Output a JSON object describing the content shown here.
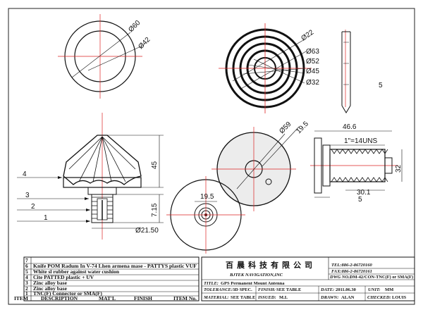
{
  "dimensions": {
    "d60": "Ø60",
    "d42": "Ø42",
    "d22": "Ø22",
    "d63": "Ø63",
    "d52": "Ø52",
    "d45": "Ø45",
    "d32": "Ø32",
    "side5": "5",
    "d59": "Ø59",
    "d19_5_top": "19.5",
    "len46_6": "46.6",
    "thread": "1\"=14UNS",
    "h32": "32",
    "len30_1": "30.1",
    "len5": "5",
    "h45": "45",
    "h7_15": "7.15",
    "d21_50": "Ø21.50",
    "d19_5_bottom": "19.5"
  },
  "item_callouts": [
    "4",
    "3",
    "2",
    "1"
  ],
  "bom": {
    "rows": [
      {
        "no": "7",
        "text": ""
      },
      {
        "no": "6",
        "text": "Knife POM Radum In V-74 Lhen armena mase - PATTYS plastic VUF"
      },
      {
        "no": "5",
        "text": "White sl rubber against water cushion"
      },
      {
        "no": "4",
        "text": "Cite PATTED plastic + UV"
      },
      {
        "no": "3",
        "text": "Zinc alloy base"
      },
      {
        "no": "2",
        "text": "Zinc alloy base"
      },
      {
        "no": "1",
        "text": "TNC(F) Connector or SMA(F)"
      }
    ],
    "headers": [
      "ITEM",
      "DESCRIPTION",
      "MAT'L",
      "FINISH",
      "ITEM No."
    ]
  },
  "title_block": {
    "company_cn": "百晨科技有限公司",
    "company_en": "BJTEK NAVIGATION,INC",
    "tel": "TEL:886-2-86720160",
    "fax": "FAX:886-2-86720161",
    "title_label": "TITLE:",
    "title_value": "GPS Permanent Mount Antenna",
    "dwg_label": "DWG NO.:",
    "dwg_value": "DM-42/CON-TNC(F) or SMA(F)",
    "tol_label": "TOLERANCE:",
    "tol_value": "3D SPEC.",
    "finish_label": "FINISH:",
    "finish_value": "SEE TABLE",
    "date_label": "DATE:",
    "date_value": "2011.06.30",
    "unit_label": "UNIT:",
    "unit_value": "MM",
    "mat_label": "MATERIAL:",
    "mat_value": "SEE TABLE",
    "issued_label": "ISSUED:",
    "issued_value": "M.L",
    "drawn_label": "DRAWN:",
    "drawn_value": "ALAN",
    "checked_label": "CHECKED:",
    "checked_value": "LOUIS"
  }
}
